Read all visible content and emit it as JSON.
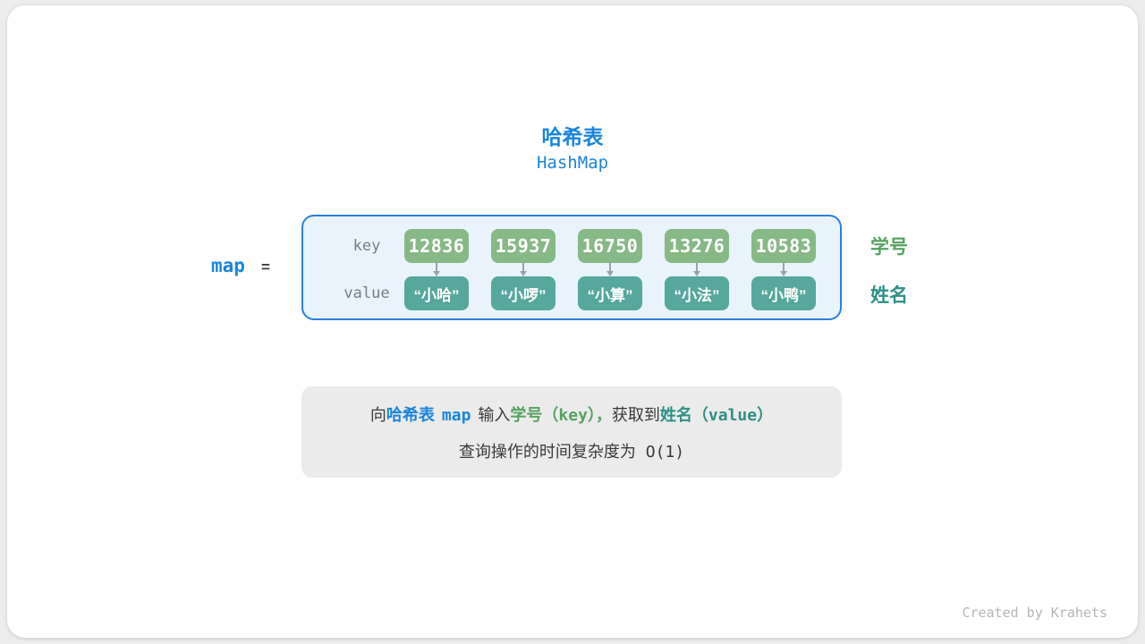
{
  "header": {
    "title": "哈希表",
    "subtitle": "HashMap"
  },
  "map_expr": {
    "var": "map",
    "equals": "="
  },
  "table": {
    "key_label": "key",
    "value_label": "value",
    "key_side_label": "学号",
    "value_side_label": "姓名",
    "entries": [
      {
        "key": "12836",
        "value": "“小哈”"
      },
      {
        "key": "15937",
        "value": "“小啰”"
      },
      {
        "key": "16750",
        "value": "“小算”"
      },
      {
        "key": "13276",
        "value": "“小法”"
      },
      {
        "key": "10583",
        "value": "“小鸭”"
      }
    ]
  },
  "caption": {
    "prefix": "向",
    "hash_label": "哈希表",
    "map_word": "map",
    "middle": "输入",
    "key_phrase": "学号（key），",
    "comma": "获取到",
    "value_phrase": "姓名（value）",
    "line2": "查询操作的时间复杂度为 O(1)"
  },
  "credit": "Created by Krahets",
  "colors": {
    "accent_blue": "#1a85dd",
    "key_green_box": "#86b985",
    "value_teal_box": "#56a79c",
    "key_label_green": "#55a25f",
    "value_label_teal": "#2e8f85",
    "container_fill": "#e9f3fb",
    "container_border": "#2a80d8",
    "caption_background": "#ebebeb",
    "arrow_gray": "#98a2ab",
    "credit_gray": "#b5b5b5"
  }
}
